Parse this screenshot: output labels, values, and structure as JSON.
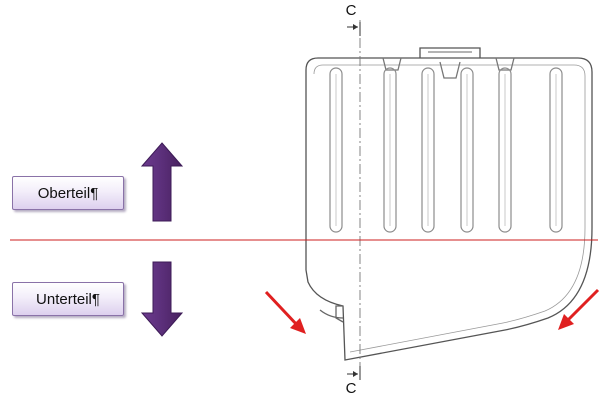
{
  "labels": {
    "upper": "Oberteil¶",
    "lower": "Unterteil¶"
  },
  "section_marks": {
    "top": "C",
    "bottom": "C"
  },
  "colors": {
    "arrow_purple": "#5b2f7a",
    "arrow_purple_dark": "#3d1b57",
    "parting_line": "#cc1f1f",
    "pointer_arrow": "#e02020",
    "outline": "#555555",
    "rib": "#8c8c8c"
  },
  "icons": {
    "up_arrow": "arrow-up-icon",
    "down_arrow": "arrow-down-icon",
    "pointer_left": "arrow-down-right-icon",
    "pointer_right": "arrow-down-left-icon"
  }
}
